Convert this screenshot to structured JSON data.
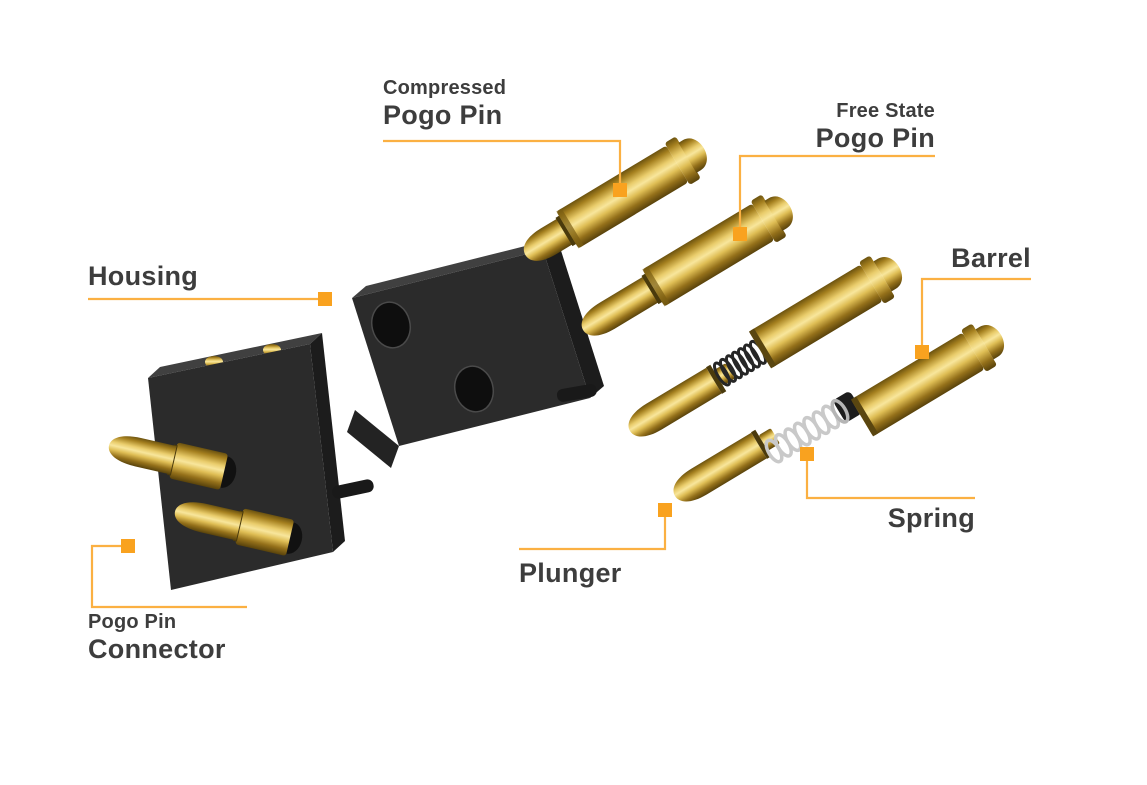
{
  "colors": {
    "accent": "#F9A21F",
    "leader": "#FBB042",
    "label": "#3D3D3D",
    "gold": "#D9B23A",
    "part-black": "#2B2B2B",
    "background": "#FFFFFF"
  },
  "labels": {
    "compressed": {
      "line1": "Compressed",
      "line2": "Pogo Pin"
    },
    "free_state": {
      "line1": "Free State",
      "line2": "Pogo Pin"
    },
    "housing": "Housing",
    "barrel": "Barrel",
    "spring": "Spring",
    "plunger": "Plunger",
    "connector": {
      "line1": "Pogo Pin",
      "line2": "Connector"
    }
  }
}
